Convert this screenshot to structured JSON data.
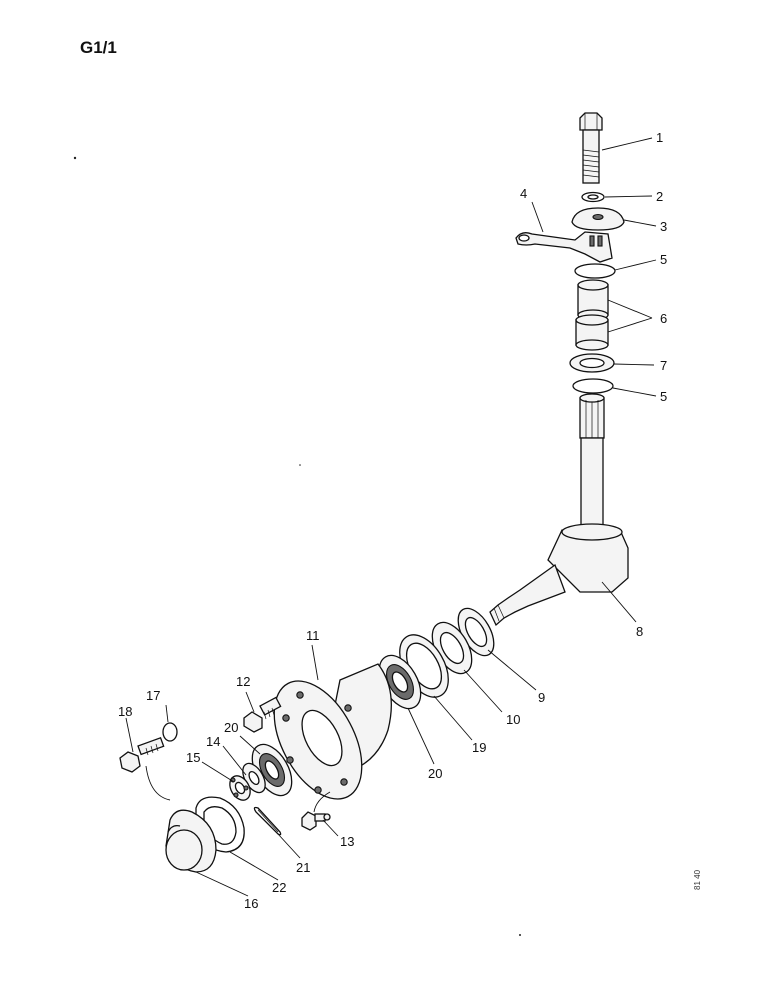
{
  "page": {
    "figure_code": "G1/1",
    "side_code": "81 40"
  },
  "callouts": {
    "c1": "1",
    "c2": "2",
    "c3": "3",
    "c4": "4",
    "c5a": "5",
    "c6": "6",
    "c7": "7",
    "c5b": "5",
    "c8": "8",
    "c9": "9",
    "c10": "10",
    "c19": "19",
    "c20a": "20",
    "c11": "11",
    "c12": "12",
    "c17": "17",
    "c18": "18",
    "c20b": "20",
    "c14": "14",
    "c15": "15",
    "c13": "13",
    "c21": "21",
    "c22": "22",
    "c16": "16"
  }
}
